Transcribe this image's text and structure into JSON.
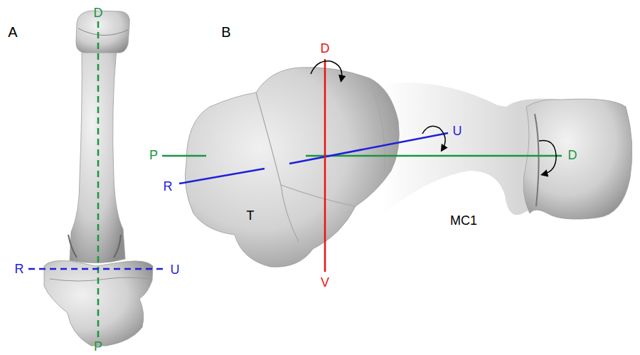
{
  "diagram": {
    "labels": [
      "A",
      "B",
      "D",
      "R",
      "U",
      "P",
      "D",
      "V",
      "P",
      "D",
      "R",
      "U",
      "T",
      "MC1"
    ]
  }
}
